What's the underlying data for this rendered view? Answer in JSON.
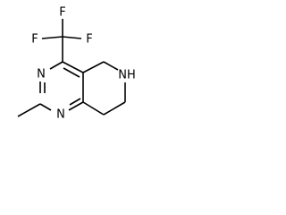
{
  "molecule": {
    "atoms": {
      "f_top": "F",
      "f_left": "F",
      "f_right": "F",
      "n3": "N",
      "n1": "N",
      "n6": "NH"
    },
    "groups": {
      "cf3": "trifluoromethyl",
      "methyl": "methyl"
    }
  },
  "colors": {
    "bond": "#000000",
    "label": "#000000",
    "background": "#ffffff"
  }
}
